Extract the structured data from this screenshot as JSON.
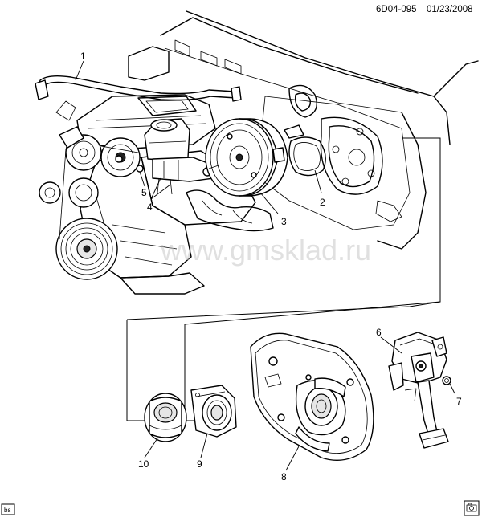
{
  "header": {
    "code": "6D04-095",
    "date": "01/23/2008"
  },
  "watermark": "www.gmsklad.ru",
  "callouts": [
    "1",
    "2",
    "3",
    "4",
    "5",
    "6",
    "7",
    "8",
    "9",
    "10"
  ],
  "footer": {
    "tag": "bs",
    "badge_icon": "camera-info-icon"
  }
}
